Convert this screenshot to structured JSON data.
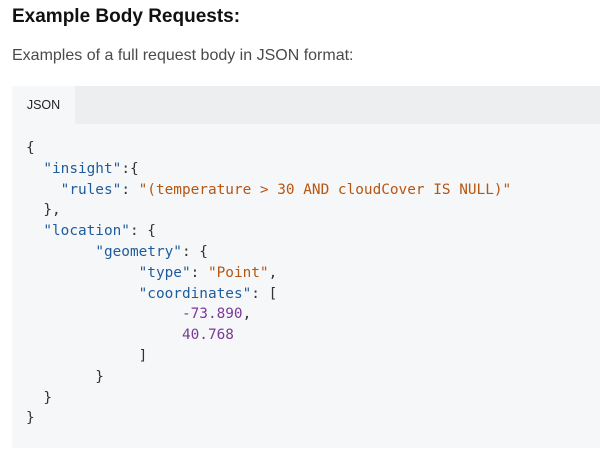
{
  "page": {
    "heading": "Example Body Requests:",
    "intro": "Examples of a full request body in JSON format:"
  },
  "code_block": {
    "tab_label": "JSON",
    "lines": [
      [
        {
          "t": "{",
          "c": "pun"
        }
      ],
      [
        {
          "t": "  ",
          "c": "pun"
        },
        {
          "t": "\"insight\"",
          "c": "key"
        },
        {
          "t": ":{",
          "c": "pun"
        }
      ],
      [
        {
          "t": "    ",
          "c": "pun"
        },
        {
          "t": "\"rules\"",
          "c": "key"
        },
        {
          "t": ": ",
          "c": "pun"
        },
        {
          "t": "\"(temperature > 30 AND cloudCover IS NULL)\"",
          "c": "str"
        }
      ],
      [
        {
          "t": "  },",
          "c": "pun"
        }
      ],
      [
        {
          "t": "  ",
          "c": "pun"
        },
        {
          "t": "\"location\"",
          "c": "key"
        },
        {
          "t": ": {",
          "c": "pun"
        }
      ],
      [
        {
          "t": "        ",
          "c": "pun"
        },
        {
          "t": "\"geometry\"",
          "c": "key"
        },
        {
          "t": ": {",
          "c": "pun"
        }
      ],
      [
        {
          "t": "             ",
          "c": "pun"
        },
        {
          "t": "\"type\"",
          "c": "key"
        },
        {
          "t": ": ",
          "c": "pun"
        },
        {
          "t": "\"Point\"",
          "c": "str"
        },
        {
          "t": ",",
          "c": "pun"
        }
      ],
      [
        {
          "t": "             ",
          "c": "pun"
        },
        {
          "t": "\"coordinates\"",
          "c": "key"
        },
        {
          "t": ": [",
          "c": "pun"
        }
      ],
      [
        {
          "t": "                  ",
          "c": "pun"
        },
        {
          "t": "-73.890",
          "c": "num"
        },
        {
          "t": ",",
          "c": "pun"
        }
      ],
      [
        {
          "t": "                  ",
          "c": "pun"
        },
        {
          "t": "40.768",
          "c": "num"
        }
      ],
      [
        {
          "t": "             ]",
          "c": "pun"
        }
      ],
      [
        {
          "t": "        }",
          "c": "pun"
        }
      ],
      [
        {
          "t": "  }",
          "c": "pun"
        }
      ],
      [
        {
          "t": "}",
          "c": "pun"
        }
      ]
    ]
  }
}
